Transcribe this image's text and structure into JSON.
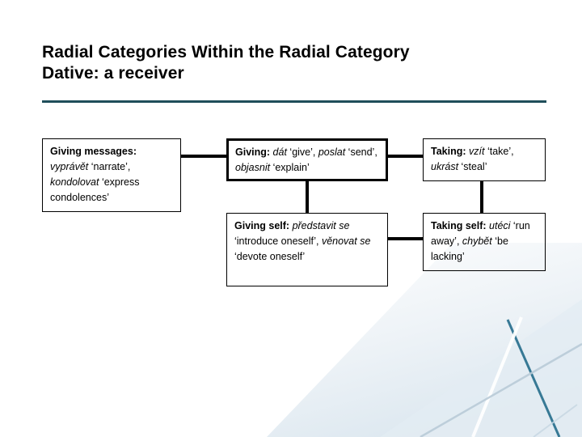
{
  "slide": {
    "title": "Radial Categories Within the Radial Category\nDative: a receiver",
    "rule_color": "#1f4e5a",
    "background_color": "#ffffff",
    "decor_accent_color": "#2e7391"
  },
  "diagram": {
    "boxes": [
      {
        "id": "giving-messages",
        "label": "Giving messages",
        "lead": "Giving messages:",
        "body": " vyprávět 'narrate', kondolovat 'express condolences'",
        "segments": [
          {
            "text": "Giving messages:",
            "style": "bold"
          },
          {
            "text": " ",
            "style": "plain"
          },
          {
            "text": "vyprávět",
            "style": "italic"
          },
          {
            "text": " ‘narrate’, ",
            "style": "plain"
          },
          {
            "text": "kondolovat",
            "style": "italic"
          },
          {
            "text": " ‘express condolences’",
            "style": "plain"
          }
        ],
        "emphasis": "normal"
      },
      {
        "id": "giving",
        "label": "Giving",
        "lead": "Giving:",
        "body": " dát 'give', poslat 'send', objasnit 'explain'",
        "segments": [
          {
            "text": "Giving:",
            "style": "bold"
          },
          {
            "text": " ",
            "style": "plain"
          },
          {
            "text": "dát",
            "style": "italic"
          },
          {
            "text": " ‘give’, ",
            "style": "plain"
          },
          {
            "text": "poslat",
            "style": "italic"
          },
          {
            "text": " ‘send’, ",
            "style": "plain"
          },
          {
            "text": "objasnit",
            "style": "italic"
          },
          {
            "text": " ‘explain’",
            "style": "plain"
          }
        ],
        "emphasis": "thick"
      },
      {
        "id": "taking",
        "label": "Taking",
        "lead": "Taking:",
        "body": " vzít 'take', ukrást 'steal'",
        "segments": [
          {
            "text": "Taking:",
            "style": "bold"
          },
          {
            "text": " ",
            "style": "plain"
          },
          {
            "text": "vzít",
            "style": "italic"
          },
          {
            "text": " ‘take’, ",
            "style": "plain"
          },
          {
            "text": "ukrást",
            "style": "italic"
          },
          {
            "text": " ‘steal’",
            "style": "plain"
          }
        ],
        "emphasis": "normal"
      },
      {
        "id": "giving-self",
        "label": "Giving self",
        "lead": "Giving self:",
        "body": " představit se 'introduce oneself', věnovat se 'devote oneself'",
        "segments": [
          {
            "text": "Giving self:",
            "style": "bold"
          },
          {
            "text": " ",
            "style": "plain"
          },
          {
            "text": "představit se",
            "style": "italic"
          },
          {
            "text": " ‘introduce oneself’, ",
            "style": "plain"
          },
          {
            "text": "věnovat se",
            "style": "italic"
          },
          {
            "text": " ‘devote oneself’",
            "style": "plain"
          }
        ],
        "emphasis": "normal"
      },
      {
        "id": "taking-self",
        "label": "Taking self",
        "lead": "Taking self:",
        "body": " utéci 'run away', chybět 'be lacking'",
        "segments": [
          {
            "text": "Taking self:",
            "style": "bold"
          },
          {
            "text": " ",
            "style": "plain"
          },
          {
            "text": "utéci",
            "style": "italic"
          },
          {
            "text": " ‘run away’, ",
            "style": "plain"
          },
          {
            "text": "chybět",
            "style": "italic"
          },
          {
            "text": " ‘be lacking’",
            "style": "plain"
          }
        ],
        "emphasis": "normal"
      }
    ],
    "connectors": [
      {
        "id": "giving-messages-to-giving",
        "from": "giving-messages",
        "to": "giving",
        "orientation": "horizontal"
      },
      {
        "id": "giving-to-taking",
        "from": "giving",
        "to": "taking",
        "orientation": "horizontal"
      },
      {
        "id": "giving-to-giving-self",
        "from": "giving",
        "to": "giving-self",
        "orientation": "vertical"
      },
      {
        "id": "taking-to-taking-self",
        "from": "taking",
        "to": "taking-self",
        "orientation": "vertical"
      },
      {
        "id": "giving-self-to-taking-self",
        "from": "giving-self",
        "to": "taking-self",
        "orientation": "horizontal"
      }
    ]
  }
}
